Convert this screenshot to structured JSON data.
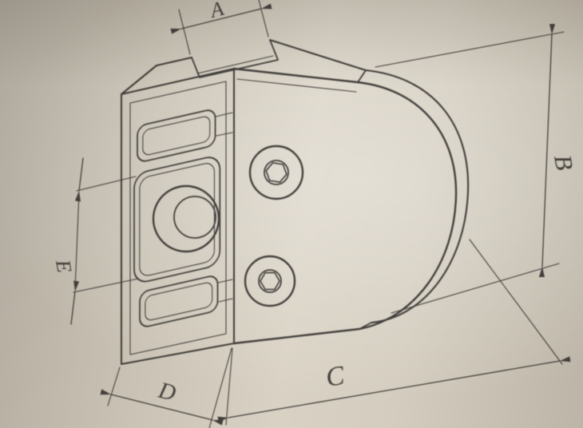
{
  "drawing": {
    "title": "glass-clamp-technical-drawing",
    "dimensions": {
      "a": {
        "label": "A"
      },
      "b": {
        "label": "B"
      },
      "c": {
        "label": "C"
      },
      "d": {
        "label": "D"
      },
      "e": {
        "label": "E"
      }
    },
    "colors": {
      "ink": "#3b3835",
      "paper": "#cfc7b9"
    }
  }
}
